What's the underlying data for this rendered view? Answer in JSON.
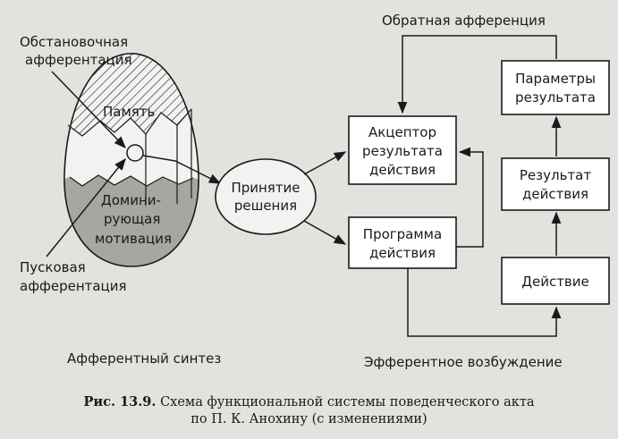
{
  "diagram": {
    "labels": {
      "situational_afferentation": [
        "Обстановочная",
        "афферентация"
      ],
      "memory": "Память",
      "motivation": [
        "Домини-",
        "рующая",
        "мотивация"
      ],
      "trigger_afferentation": [
        "Пусковая",
        "афферентация"
      ],
      "afferent_synthesis": "Афферентный синтез",
      "decision": [
        "Принятие",
        "решения"
      ],
      "acceptor": [
        "Акцептор",
        "результата",
        "действия"
      ],
      "program": [
        "Программа",
        "действия"
      ],
      "feedback_afferentation": "Обратная афференция",
      "result_parameters": [
        "Параметры",
        "результата"
      ],
      "action_result": [
        "Результат",
        "действия"
      ],
      "action": "Действие",
      "efferent_excitation": "Эфферентное возбуждение"
    },
    "colors": {
      "background": "#e4e2df",
      "ink": "#1a1a1a",
      "motivation_fill": "#a8a6a3",
      "box_fill": "#ffffff"
    }
  },
  "caption": {
    "prefix": "Рис. 13.9.",
    "line1": "Схема  функциональной системы поведенческого акта",
    "line2": "по П. К. Анохину (с изменениями)"
  }
}
